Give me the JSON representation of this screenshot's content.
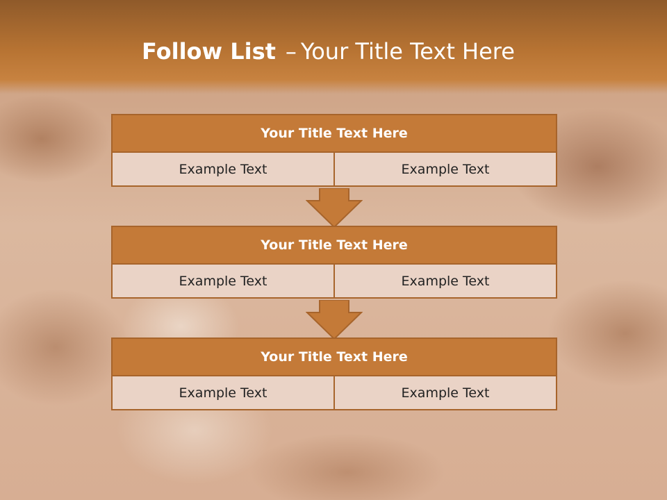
{
  "slide": {
    "title_bold": "Follow List",
    "title_dash": "–",
    "title_rest": "Your Title Text Here"
  },
  "steps": [
    {
      "title": "Your Title Text Here",
      "left": "Example Text",
      "right": "Example Text"
    },
    {
      "title": "Your Title Text Here",
      "left": "Example Text",
      "right": "Example Text"
    },
    {
      "title": "Your Title Text Here",
      "left": "Example Text",
      "right": "Example Text"
    }
  ],
  "colors": {
    "header": "#b87433",
    "block_title": "#c47a38",
    "block_border": "#a7642b",
    "cell": "#ead3c6",
    "arrow": "#c47a38"
  }
}
